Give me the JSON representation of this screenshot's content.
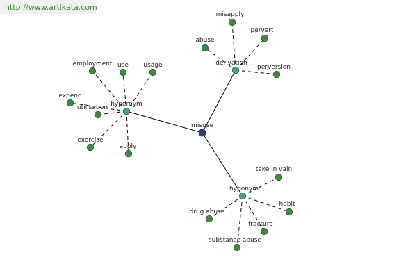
{
  "watermark": {
    "url": "http://www.artikata.com"
  },
  "colors": {
    "leaf": "#3f8a3f",
    "relation": "#4a9a96",
    "center": "#2f3f86"
  },
  "graph": {
    "center": "misuse",
    "relations": [
      {
        "name": "hypernym",
        "terms": [
          "employment",
          "use",
          "usage",
          "expend",
          "utilisation",
          "exercise",
          "apply"
        ]
      },
      {
        "name": "derivation",
        "terms": [
          "misapply",
          "abuse",
          "pervert",
          "perversion"
        ]
      },
      {
        "name": "hyponym",
        "terms": [
          "take in vain",
          "drug abuse",
          "habit",
          "fracture",
          "substance abuse"
        ]
      }
    ]
  }
}
